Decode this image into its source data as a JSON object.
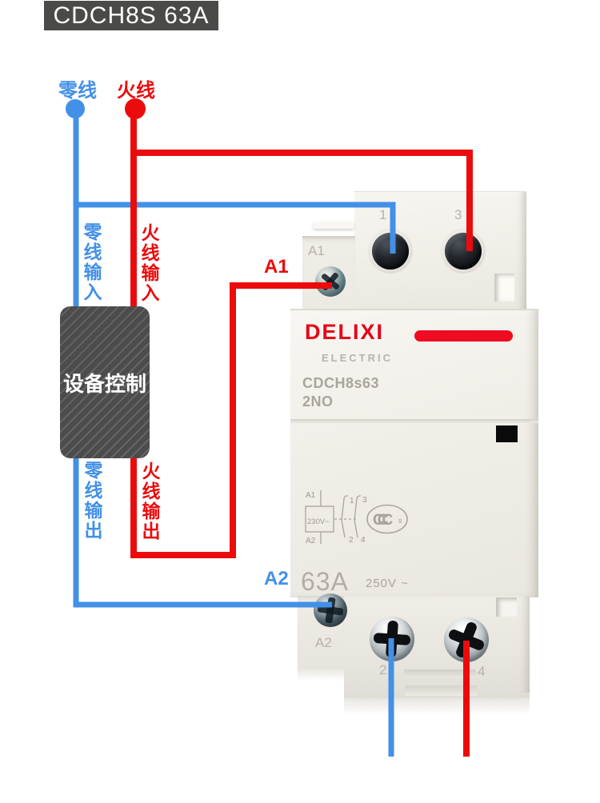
{
  "title": "CDCH8S 63A",
  "legend": {
    "neutral": "零线",
    "live": "火线"
  },
  "wire_labels": {
    "neutral_in": "零线输入",
    "live_in": "火线输入",
    "neutral_out": "零线输出",
    "live_out": "火线输出",
    "a1": "A1",
    "a2": "A2"
  },
  "control_box": {
    "label": "设备控制"
  },
  "device": {
    "brand": "DELIXI",
    "brand_sub": "ELECTRIC",
    "model": "CDCH8s63",
    "contacts": "2NO",
    "rating_current": "63A",
    "rating_voltage": "250V ~",
    "coil_terminal_top": "A1",
    "coil_terminal_bottom": "A2",
    "terminals": {
      "t1": "1",
      "t3": "3",
      "t2": "2",
      "t4": "4"
    },
    "schematic": {
      "a1": "A1",
      "coil": "230V~",
      "a2": "A2",
      "t1": "1",
      "t3": "3",
      "t2": "2",
      "t4": "4",
      "ccc": "CCC",
      "ccc_s": "s"
    }
  },
  "colors": {
    "wire_blue": "#4290e7",
    "wire_red": "#ec0b0c",
    "brand_red": "#e50117",
    "title_bg": "#4a4a48",
    "control_box_bg": "#4c4c4c",
    "device_body": "#f1eee8"
  }
}
